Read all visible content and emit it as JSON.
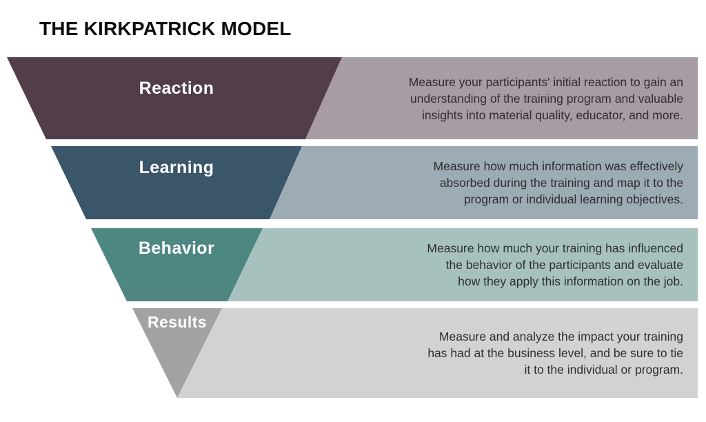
{
  "title": "THE KIRKPATRICK MODEL",
  "colors": {
    "background": "#FFFFFF",
    "title_text": "#0D0D0D",
    "label_text": "#FFFFFF",
    "description_text": "#2E2E2E"
  },
  "diagram": {
    "type": "inverted-funnel",
    "rows": [
      {
        "label": "Reaction",
        "dark_color": "#523D4B",
        "light_color": "#A79CA3",
        "lines": [
          "Measure your participants' initial reaction to gain an",
          "understanding of the training program and valuable",
          "insights into material quality, educator, and more."
        ]
      },
      {
        "label": "Learning",
        "dark_color": "#3B5569",
        "light_color": "#9DACB4",
        "lines": [
          "Measure how much information was effectively",
          "absorbed during the training and map it to the",
          "program or individual learning objectives."
        ]
      },
      {
        "label": "Behavior",
        "dark_color": "#4E8681",
        "light_color": "#A7C2BE",
        "lines": [
          "Measure how much your training has influenced",
          "the behavior of the participants and evaluate",
          "how they apply this information on the job."
        ]
      },
      {
        "label": "Results",
        "dark_color": "#A2A2A2",
        "light_color": "#D2D2D2",
        "lines": [
          "Measure and analyze the impact your training",
          "has had at the business level, and be sure to tie",
          "it to the individual or program."
        ]
      }
    ]
  }
}
